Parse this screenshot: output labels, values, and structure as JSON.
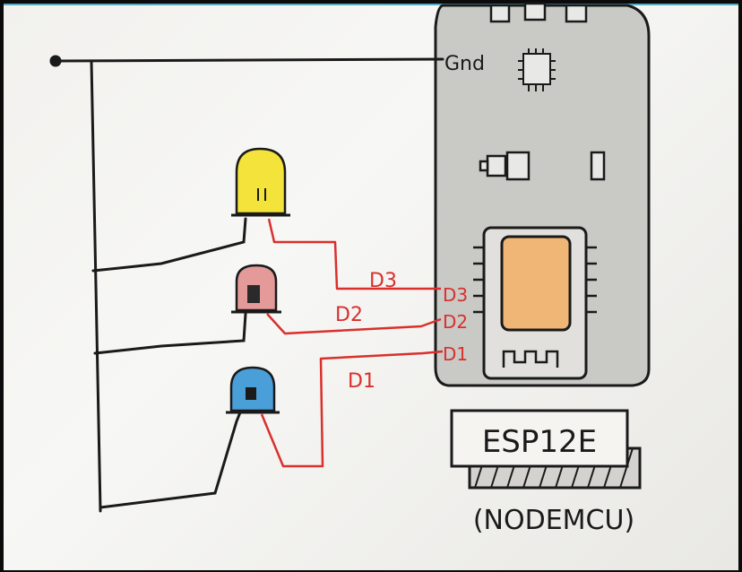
{
  "diagram": {
    "board": {
      "gnd_label": "Gnd",
      "pins": {
        "d3": "D3",
        "d2": "D2",
        "d1": "D1"
      },
      "module_label": "ESP12E",
      "board_caption": "(NODEMCU)"
    },
    "wires": {
      "d3_label": "D3",
      "d2_label": "D2",
      "d1_label": "D1"
    },
    "colors": {
      "ink": "#1a1a1a",
      "signal_wire": "#d9302c",
      "led_yellow": "#f3e33a",
      "led_red": "#e59a9a",
      "led_blue": "#4a9fd8",
      "board_fill": "#c9c9c6",
      "module_fill": "#f0b676",
      "accent_border": "#5aa9c2"
    }
  }
}
